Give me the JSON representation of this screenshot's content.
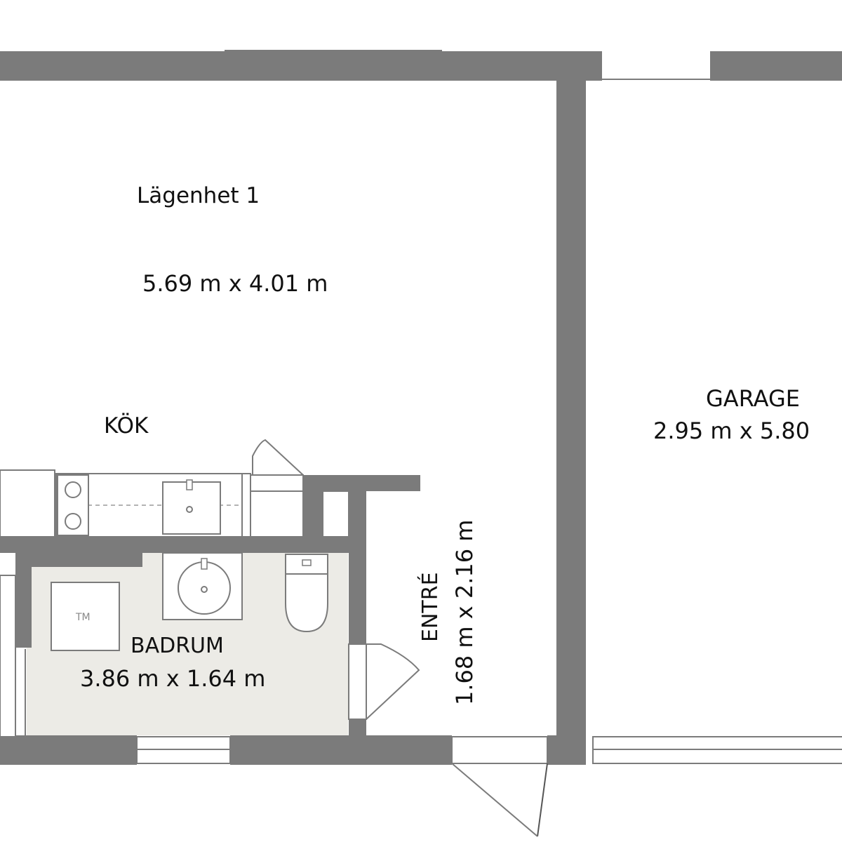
{
  "rooms": {
    "apartment": {
      "name": "Lägenhet 1",
      "size": "5.69 m x 4.01 m"
    },
    "kitchen": {
      "name": "KÖK"
    },
    "bathroom": {
      "name": "BADRUM",
      "size": "3.86 m x 1.64 m"
    },
    "entrance": {
      "name": "ENTRÉ",
      "size": "1.68 m x 2.16 m"
    },
    "garage": {
      "name": "GARAGE",
      "size": "2.95 m x 5.80"
    }
  },
  "appliances": {
    "washing_machine_label": "TM"
  },
  "colors": {
    "wall": "#7b7b7b",
    "bathroom_floor": "#ecebe6",
    "background": "#ffffff"
  }
}
